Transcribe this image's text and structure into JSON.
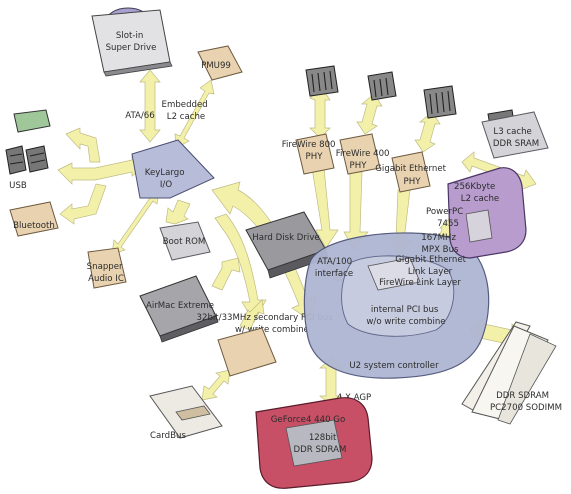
{
  "labels": {
    "slot_in": [
      "Slot-in",
      "Super Drive"
    ],
    "pmu": "PMU99",
    "ata66": "ATA/66",
    "embedded_l2": [
      "Embedded",
      "L2 cache"
    ],
    "keylargo": [
      "KeyLargo",
      "I/O"
    ],
    "usb": "USB",
    "bluetooth": "Bluetooth",
    "snapper": [
      "Snapper",
      "Audio IC"
    ],
    "boot_rom": "Boot ROM",
    "airmac": "AirMac Extreme",
    "cardbus": "CardBus",
    "pci_secondary": [
      "32bit/33MHz secondary PCI bus",
      "w/ write combine"
    ],
    "hard_disk": "Hard Disk Drive",
    "ata100": [
      "ATA/100",
      "interface"
    ],
    "firewire800": [
      "FireWire 800",
      "PHY"
    ],
    "firewire400": [
      "FireWire 400",
      "PHY"
    ],
    "gigabit_phy": [
      "Gigabit Ethernet",
      "PHY"
    ],
    "l3_cache": [
      "L3 cache",
      "DDR SRAM"
    ],
    "l2_256k": [
      "256Kbyte",
      "L2 cache"
    ],
    "powerpc": [
      "PowerPC",
      "7455"
    ],
    "mpx_bus": [
      "167MHz",
      "MPX Bus"
    ],
    "gigabit_link": [
      "Gigabit Ethernet",
      "Link Layer"
    ],
    "firewire_link": "FireWire Link Layer",
    "internal_pci": [
      "internal PCI bus",
      "w/o write combine"
    ],
    "u2": "U2 system controller",
    "agp": "4 X AGP",
    "geforce": "GeForce4 440 Go",
    "ddr128": [
      "128bit",
      "DDR SDRAM"
    ],
    "ddr_sodimm": [
      "DDR SDRAM",
      "PC2700 SODIMM"
    ]
  },
  "colors": {
    "arrow": "#f3f0a2",
    "u2_chip": "#aeb6d2",
    "powerpc_module": "#b79ccd",
    "geforce_module": "#c75067",
    "keylargo_chip": "#b7bdd8",
    "tan_chip": "#e8d2b0"
  }
}
